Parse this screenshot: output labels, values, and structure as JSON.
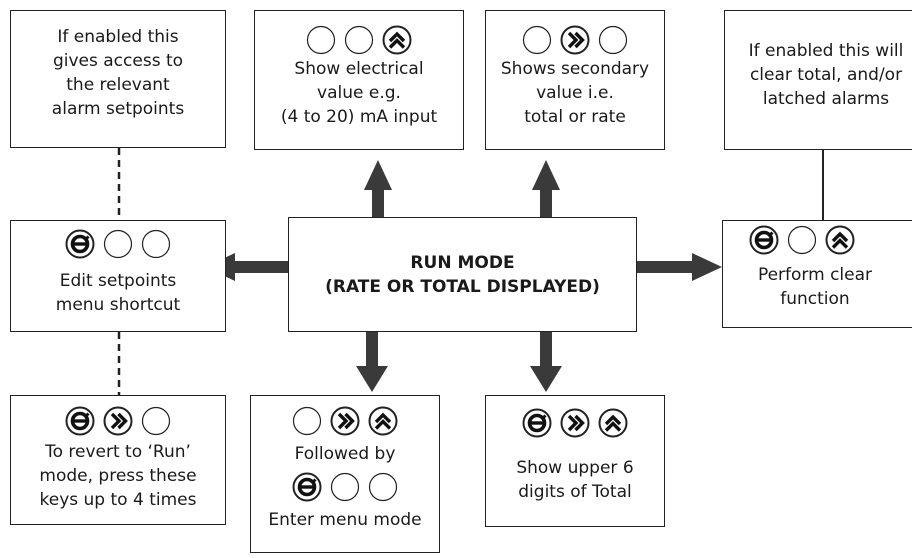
{
  "alarm_access_box": {
    "text": [
      "If enabled this",
      "gives access to",
      "the relevant",
      "alarm setpoints"
    ]
  },
  "electrical_box": {
    "keys": [
      "empty",
      "empty",
      "up"
    ],
    "text": [
      "Show electrical",
      "value e.g.",
      "(4 to 20) mA input"
    ]
  },
  "secondary_box": {
    "keys": [
      "empty",
      "right",
      "empty"
    ],
    "text": [
      "Shows secondary",
      "value i.e.",
      "total or rate"
    ]
  },
  "clear_info_box": {
    "text": [
      "If enabled this will",
      "clear total, and/or",
      "latched alarms"
    ]
  },
  "edit_setpoints_box": {
    "keys": [
      "p",
      "empty",
      "empty"
    ],
    "text": [
      "Edit setpoints",
      "menu shortcut"
    ]
  },
  "run_mode_box": {
    "text": [
      "RUN MODE",
      "(RATE OR TOTAL DISPLAYED)"
    ]
  },
  "clear_function_box": {
    "keys": [
      "p",
      "empty",
      "up"
    ],
    "text": [
      "Perform clear",
      "function"
    ]
  },
  "revert_box": {
    "keys": [
      "p",
      "right",
      "empty"
    ],
    "text": [
      "To revert to ‘Run’",
      "mode, press these",
      "keys up to 4 times"
    ]
  },
  "menu_mode_box": {
    "keys_top": [
      "empty",
      "right",
      "up"
    ],
    "text_mid": "Followed by",
    "keys_bottom": [
      "p",
      "empty",
      "empty"
    ],
    "text_bottom": "Enter menu mode"
  },
  "upper_digits_box": {
    "keys": [
      "p",
      "right",
      "up"
    ],
    "text": [
      "Show upper 6",
      "digits of Total"
    ]
  }
}
